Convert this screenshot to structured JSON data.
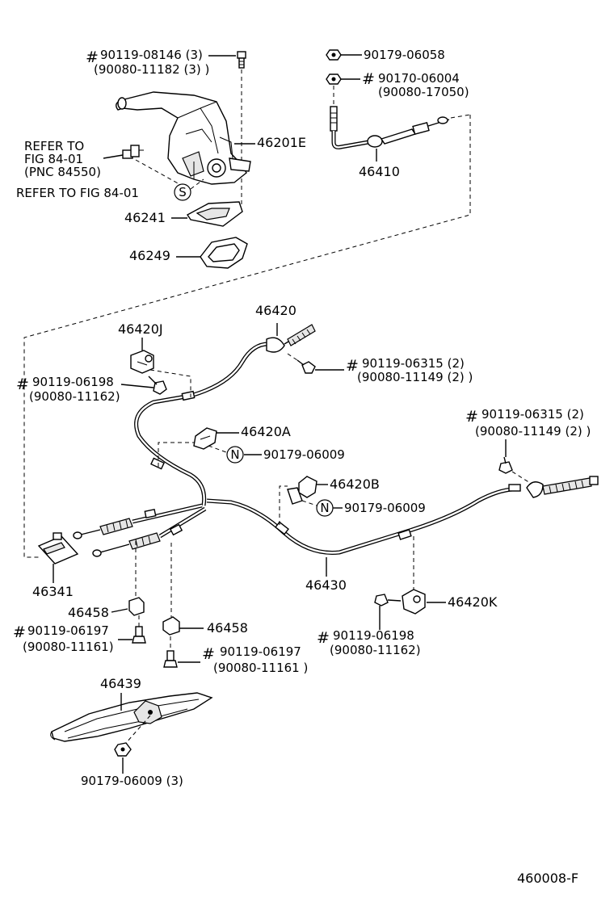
{
  "diagram_id": "460008-F",
  "symbols": {
    "hash": "#",
    "s_marker": "S",
    "n_marker": "N"
  },
  "refs": {
    "refer_to": "REFER TO",
    "fig_84_01": "FIG 84-01",
    "pnc": "(PNC 84550)",
    "refer_to_fig": "REFER TO FIG 84-01"
  },
  "parts": {
    "p46201E": "46201E",
    "p46241": "46241",
    "p46249": "46249",
    "p46410": "46410",
    "p46420": "46420",
    "p46420J": "46420J",
    "p46420A": "46420A",
    "p46420B": "46420B",
    "p46420K": "46420K",
    "p46430": "46430",
    "p46341": "46341",
    "p46458a": "46458",
    "p46458b": "46458",
    "p46439": "46439"
  },
  "bolts": {
    "b08146": "90119-08146 (3)",
    "b11182": "(90080-11182 (3) )",
    "n06058": "90179-06058",
    "n06004": "90170-06004",
    "n17050": "(90080-17050)",
    "b06315a": "90119-06315 (2)",
    "b11149a": "(90080-11149 (2) )",
    "b06198a": "90119-06198",
    "b11162a": "(90080-11162)",
    "n06009a": "90179-06009",
    "b06315b": "90119-06315 (2)",
    "b11149b": "(90080-11149 (2) )",
    "n06009b": "90179-06009",
    "b06198b": "90119-06198",
    "b11162b": "(90080-11162)",
    "b06197a": "90119-06197",
    "b11161a": "(90080-11161)",
    "b06197b": "90119-06197",
    "b11161b": "(90080-11161 )",
    "n06009c": "90179-06009 (3)"
  }
}
